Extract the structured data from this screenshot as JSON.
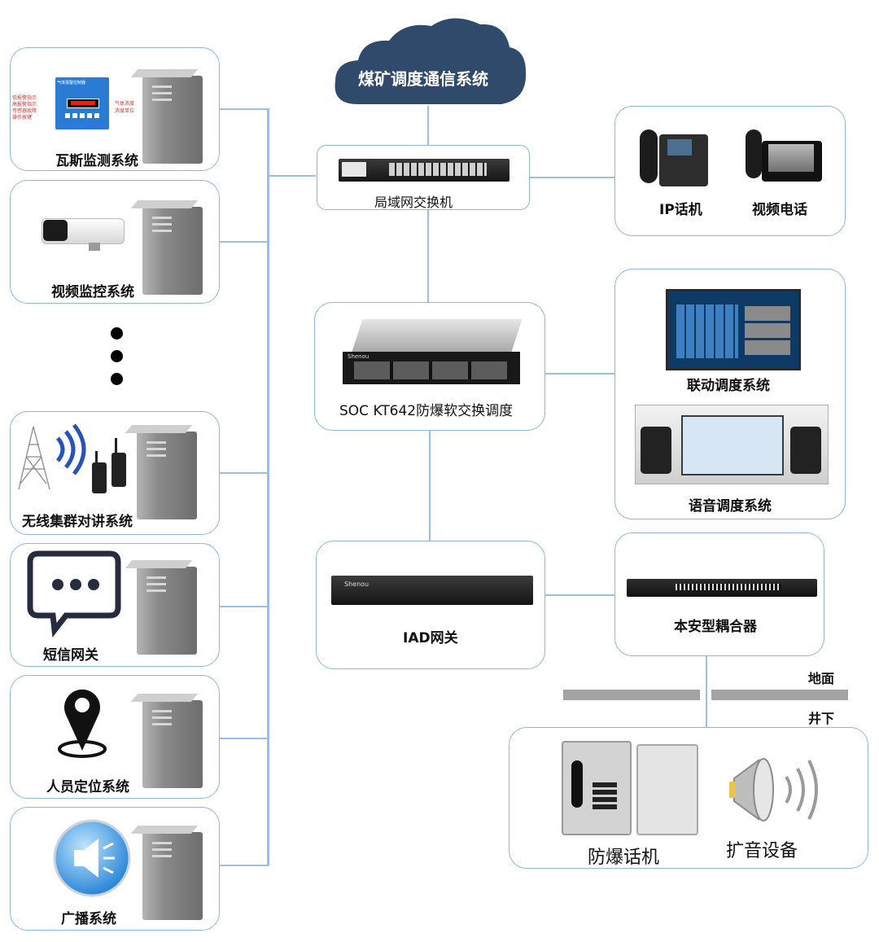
{
  "title": "煤矿调度通信系统",
  "left_systems": [
    {
      "label": "瓦斯监测系统"
    },
    {
      "label": "视频监控系统"
    },
    {
      "label": "无线集群对讲系统"
    },
    {
      "label": "短信网关"
    },
    {
      "label": "人员定位系统"
    },
    {
      "label": "广播系统"
    }
  ],
  "gas_panel": {
    "title": "气体报警控制器",
    "left_labels": [
      "低报警指示",
      "高报警指示",
      "传感器故障",
      "操作按键"
    ],
    "right_labels": [
      "气体浓度",
      "浓度单位"
    ]
  },
  "center": {
    "switch_label": "局域网交换机",
    "soc_label": "SOC KT642防爆软交换调度",
    "iad_label": "IAD网关",
    "brand": "Shenou"
  },
  "right": {
    "ip_phone_label": "IP话机",
    "video_phone_label": "视频电话",
    "linkage_label": "联动调度系统",
    "voice_label": "语音调度系统",
    "coupler_label": "本安型耦合器"
  },
  "ground": {
    "above_label": "地面",
    "below_label": "井下"
  },
  "underground": {
    "phone_label": "防爆话机",
    "speaker_label": "扩音设备"
  },
  "colors": {
    "line": "#9cc0e2",
    "box_border": "#8fb6dc",
    "cloud": "#2f4a6a"
  }
}
